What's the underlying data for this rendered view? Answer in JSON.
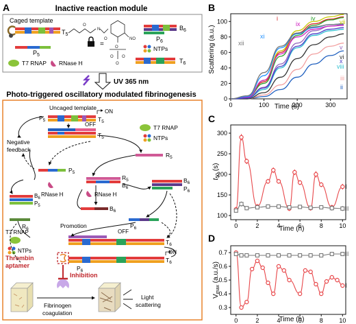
{
  "panelA": {
    "letter": "A",
    "box1_title": "Inactive reaction module",
    "caged_template_label": "Caged template",
    "T5": "T",
    "T5sub": "5",
    "P5": "P",
    "P5sub": "5",
    "B6": "B",
    "B6sub": "6",
    "P6": "P",
    "P6sub": "6",
    "T6": "T",
    "T6sub": "6",
    "ntps": "NTPs",
    "t7": "T7 RNAP",
    "rnaseh": "RNase H",
    "uv": "UV 365 nm",
    "section_title": "Photo-triggered oscillatory modulated fibrinogenesis",
    "uncaged": "Uncaged template",
    "on": "ON",
    "off": "OFF",
    "neg1": "Negative",
    "neg2": "feedback",
    "R5": "R",
    "R5sub": "5",
    "R6": "R",
    "R6sub": "6",
    "promotion": "Promotion",
    "thrombin1": "Thrombin",
    "thrombin2": "aptamer",
    "inhibition": "Inhibition",
    "fib1": "Fibrinogen",
    "fib2": "coagulation",
    "light1": "Light",
    "light2": "scattering"
  },
  "panelB": {
    "letter": "B",
    "ylabel": "Scattering (a.u.)",
    "xlabel": "Time (s)",
    "x_ticks": [
      "0",
      "100",
      "200",
      "300"
    ],
    "y_ticks": [
      "0",
      "20",
      "40",
      "60",
      "80",
      "100"
    ],
    "curve_labels": [
      "i",
      "ii",
      "iii",
      "iv",
      "v",
      "vi",
      "vii",
      "viii",
      "ix",
      "x",
      "xi",
      "xii"
    ]
  },
  "panelC": {
    "letter": "C",
    "ylabel_main": "t",
    "ylabel_sub": "50",
    "ylabel_unit": " (s)",
    "xlabel": "Time (h)",
    "x_ticks": [
      "0",
      "2",
      "4",
      "6",
      "8",
      "10"
    ],
    "y_ticks": [
      "100",
      "150",
      "200",
      "250",
      "300"
    ],
    "series_labels": [
      "I",
      "II"
    ]
  },
  "panelD": {
    "letter": "D",
    "ylabel": "V",
    "ylabel_sub": "max",
    "ylabel_unit": " (a.u./s)",
    "xlabel": "Time (h)",
    "x_ticks": [
      "0",
      "2",
      "4",
      "6",
      "8",
      "10"
    ],
    "y_ticks": [
      "0.3",
      "0.4",
      "0.5",
      "0.6",
      "0.7"
    ],
    "series_labels": [
      "I",
      "II"
    ]
  },
  "chart_data": [
    {
      "type": "line",
      "panel": "B",
      "xlabel": "Time (s)",
      "ylabel": "Scattering (a.u.)",
      "xlim": [
        0,
        350
      ],
      "ylim": [
        0,
        110
      ],
      "series": [
        {
          "name": "i",
          "color": "#d62728",
          "x": [
            0,
            50,
            100,
            150,
            200,
            250,
            300,
            340
          ],
          "values": [
            0,
            2,
            22,
            60,
            85,
            97,
            103,
            106
          ]
        },
        {
          "name": "ii",
          "color": "#1f5fbf",
          "x": [
            0,
            50,
            100,
            150,
            200,
            250,
            300,
            340
          ],
          "values": [
            0,
            0,
            3,
            12,
            28,
            45,
            56,
            62
          ]
        },
        {
          "name": "iii",
          "color": "#f2a0a0",
          "x": [
            0,
            50,
            100,
            150,
            200,
            250,
            300,
            340
          ],
          "values": [
            0,
            0,
            5,
            18,
            38,
            58,
            68,
            72
          ]
        },
        {
          "name": "iv",
          "color": "#2ca02c",
          "x": [
            0,
            50,
            100,
            150,
            200,
            250,
            300,
            340
          ],
          "values": [
            0,
            2,
            20,
            55,
            82,
            95,
            102,
            105
          ]
        },
        {
          "name": "v",
          "color": "#9467bd",
          "x": [
            0,
            50,
            100,
            150,
            200,
            250,
            300,
            340
          ],
          "values": [
            0,
            1,
            15,
            45,
            72,
            88,
            94,
            96
          ]
        },
        {
          "name": "vi",
          "color": "#333333",
          "x": [
            0,
            50,
            100,
            150,
            200,
            250,
            300,
            340
          ],
          "values": [
            0,
            0,
            8,
            28,
            52,
            70,
            80,
            84
          ]
        },
        {
          "name": "vii",
          "color": "#c8c800",
          "x": [
            0,
            50,
            100,
            150,
            200,
            250,
            300,
            340
          ],
          "values": [
            0,
            2,
            24,
            62,
            88,
            100,
            106,
            109
          ]
        },
        {
          "name": "viii",
          "color": "#30c0d0",
          "x": [
            0,
            50,
            100,
            150,
            200,
            250,
            300,
            340
          ],
          "values": [
            0,
            1,
            12,
            40,
            66,
            82,
            88,
            90
          ]
        },
        {
          "name": "ix",
          "color": "#d020c0",
          "x": [
            0,
            50,
            100,
            150,
            200,
            250,
            300,
            340
          ],
          "values": [
            0,
            2,
            24,
            58,
            80,
            90,
            94,
            95
          ]
        },
        {
          "name": "x",
          "color": "#4a3cc8",
          "x": [
            0,
            50,
            100,
            150,
            200,
            250,
            300,
            340
          ],
          "values": [
            0,
            1,
            14,
            42,
            68,
            84,
            90,
            92
          ]
        },
        {
          "name": "xi",
          "color": "#1e90ff",
          "x": [
            0,
            50,
            100,
            150,
            200,
            250,
            300,
            340
          ],
          "values": [
            0,
            3,
            30,
            66,
            84,
            92,
            96,
            97
          ]
        },
        {
          "name": "xii",
          "color": "#777777",
          "x": [
            0,
            50,
            100,
            150,
            200,
            250,
            300,
            340
          ],
          "values": [
            0,
            4,
            34,
            68,
            85,
            93,
            96,
            97
          ]
        }
      ]
    },
    {
      "type": "line",
      "panel": "C",
      "xlabel": "Time (h)",
      "ylim": [
        90,
        320
      ],
      "xlim": [
        -0.5,
        10.3
      ],
      "series": [
        {
          "name": "I",
          "color": "#e8474a",
          "x": [
            0,
            0.5,
            1,
            2,
            3,
            3.5,
            4,
            5,
            5.5,
            6,
            7,
            7.5,
            8,
            9,
            10
          ],
          "values": [
            115,
            290,
            232,
            122,
            183,
            210,
            183,
            117,
            205,
            180,
            118,
            200,
            175,
            120,
            170
          ],
          "errors": [
            6,
            8,
            7,
            6,
            6,
            7,
            6,
            6,
            7,
            6,
            6,
            8,
            6,
            6,
            7
          ]
        },
        {
          "name": "II",
          "color": "#777777",
          "x": [
            0,
            0.5,
            1,
            2,
            3,
            4,
            5,
            6,
            7,
            8,
            9,
            10
          ],
          "values": [
            112,
            128,
            118,
            120,
            122,
            122,
            120,
            121,
            119,
            120,
            118,
            117
          ],
          "errors": [
            5,
            6,
            5,
            5,
            5,
            5,
            5,
            5,
            5,
            5,
            6,
            6
          ]
        }
      ]
    },
    {
      "type": "line",
      "panel": "D",
      "xlabel": "Time (h)",
      "ylim": [
        0.25,
        0.75
      ],
      "xlim": [
        -0.5,
        10.3
      ],
      "series": [
        {
          "name": "I",
          "color": "#e8474a",
          "x": [
            0,
            0.5,
            1,
            1.5,
            2,
            2.5,
            3,
            3.5,
            4,
            4.5,
            5,
            6,
            6.5,
            7,
            7.5,
            8,
            8.5,
            9,
            9.5,
            10
          ],
          "values": [
            0.7,
            0.3,
            0.34,
            0.58,
            0.64,
            0.59,
            0.48,
            0.4,
            0.6,
            0.57,
            0.5,
            0.4,
            0.57,
            0.56,
            0.47,
            0.4,
            0.49,
            0.52,
            0.5,
            0.46
          ],
          "errors": [
            0.01,
            0.01,
            0.01,
            0.01,
            0.01,
            0.01,
            0.01,
            0.01,
            0.01,
            0.01,
            0.01,
            0.01,
            0.01,
            0.01,
            0.01,
            0.01,
            0.01,
            0.01,
            0.01,
            0.01
          ]
        },
        {
          "name": "II",
          "color": "#777777",
          "x": [
            0,
            0.5,
            1,
            2,
            3,
            4,
            5,
            6,
            7,
            8,
            9,
            10
          ],
          "values": [
            0.69,
            0.68,
            0.68,
            0.68,
            0.68,
            0.68,
            0.68,
            0.68,
            0.68,
            0.68,
            0.69,
            0.69
          ],
          "errors": [
            0.01,
            0.01,
            0.01,
            0.01,
            0.01,
            0.01,
            0.01,
            0.01,
            0.01,
            0.01,
            0.01,
            0.01
          ]
        }
      ]
    }
  ]
}
